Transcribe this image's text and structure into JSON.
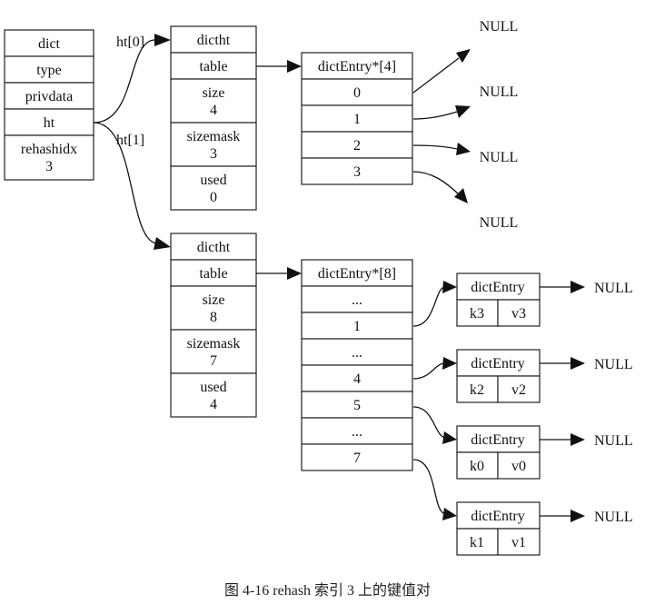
{
  "dict": {
    "title": "dict",
    "fields": [
      {
        "label": "type"
      },
      {
        "label": "privdata"
      },
      {
        "label": "ht"
      },
      {
        "label": "rehashidx",
        "value": "3"
      }
    ]
  },
  "edge_labels": {
    "ht0": "ht[0]",
    "ht1": "ht[1]"
  },
  "ht0": {
    "title": "dictht",
    "fields": [
      {
        "label": "table"
      },
      {
        "label": "size",
        "value": "4"
      },
      {
        "label": "sizemask",
        "value": "3"
      },
      {
        "label": "used",
        "value": "0"
      }
    ]
  },
  "ht1": {
    "title": "dictht",
    "fields": [
      {
        "label": "table"
      },
      {
        "label": "size",
        "value": "8"
      },
      {
        "label": "sizemask",
        "value": "7"
      },
      {
        "label": "used",
        "value": "4"
      }
    ]
  },
  "table0": {
    "title": "dictEntry*[4]",
    "slots": [
      "0",
      "1",
      "2",
      "3"
    ],
    "targets": [
      "NULL",
      "NULL",
      "NULL",
      "NULL"
    ]
  },
  "table1": {
    "title": "dictEntry*[8]",
    "slots": [
      "...",
      "1",
      "...",
      "4",
      "5",
      "...",
      "7"
    ]
  },
  "entries": [
    {
      "title": "dictEntry",
      "key": "k3",
      "value": "v3",
      "next": "NULL",
      "from_slot": "1"
    },
    {
      "title": "dictEntry",
      "key": "k2",
      "value": "v2",
      "next": "NULL",
      "from_slot": "4"
    },
    {
      "title": "dictEntry",
      "key": "k0",
      "value": "v0",
      "next": "NULL",
      "from_slot": "5"
    },
    {
      "title": "dictEntry",
      "key": "k1",
      "value": "v1",
      "next": "NULL",
      "from_slot": "7"
    }
  ],
  "caption": "图 4-16    rehash 索引 3 上的键值对"
}
